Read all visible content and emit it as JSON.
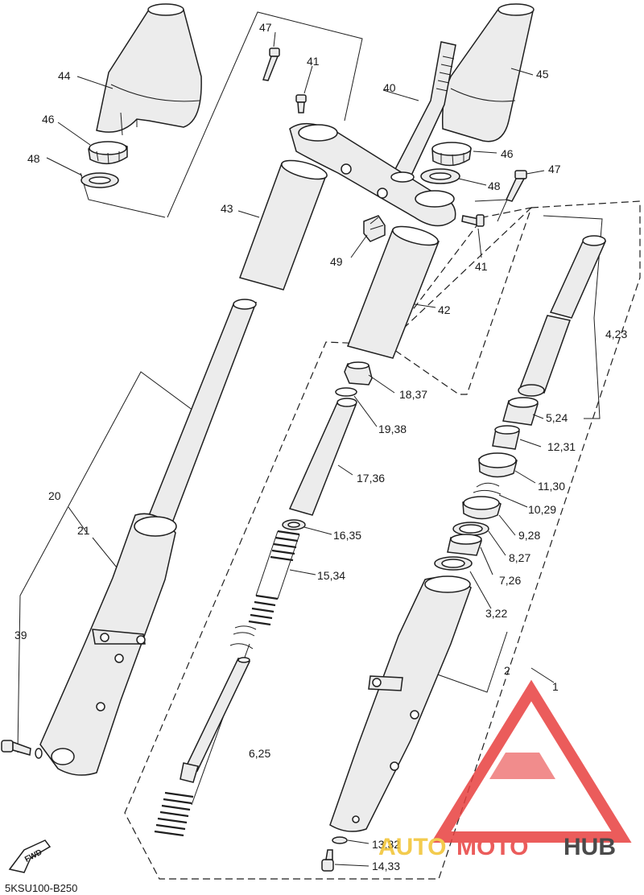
{
  "diagram": {
    "labels": {
      "l1": "1",
      "l2": "2",
      "l3_22": "3,22",
      "l4_23": "4,23",
      "l5_24": "5,24",
      "l6_25": "6,25",
      "l7_26": "7,26",
      "l8_27": "8,27",
      "l9_28": "9,28",
      "l10_29": "10,29",
      "l11_30": "11,30",
      "l12_31": "12,31",
      "l13_32": "13,32",
      "l14_33": "14,33",
      "l15_34": "15,34",
      "l16_35": "16,35",
      "l17_36": "17,36",
      "l18_37": "18,37",
      "l19_38": "19,38",
      "l20": "20",
      "l21": "21",
      "l39": "39",
      "l40": "40",
      "l41a": "41",
      "l41b": "41",
      "l42": "42",
      "l43": "43",
      "l44": "44",
      "l45": "45",
      "l46a": "46",
      "l46b": "46",
      "l47a": "47",
      "l47b": "47",
      "l48a": "48",
      "l48b": "48",
      "l49": "49"
    },
    "diagram_code": "5KSU100-B250",
    "fwd_marker": "FWD",
    "fwd_icon": "arrow-down-left-icon"
  },
  "watermark": {
    "part1": "AUTO",
    "part2": "MOTO",
    "part3": "HUB",
    "logo_icon": "triangle-logo-icon",
    "colors": {
      "primary": "#e8403f",
      "secondary": "#f2c230",
      "dark": "#2b2b2b"
    }
  }
}
